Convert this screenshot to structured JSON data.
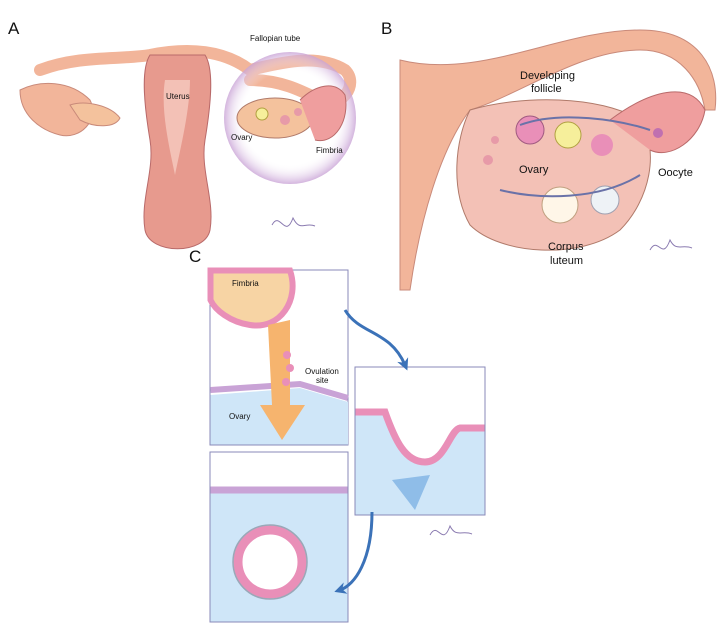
{
  "panels": {
    "a": {
      "letter": "A",
      "labels": {
        "fallopian_tube": "Fallopian tube",
        "uterus": "Uterus",
        "ovary": "Ovary",
        "fimbria": "Fimbria"
      },
      "signature": "T Phelps"
    },
    "b": {
      "letter": "B",
      "labels": {
        "developing_follicle_1": "Developing",
        "developing_follicle_2": "follicle",
        "ovary": "Ovary",
        "oocyte": "Oocyte",
        "corpus_luteum_1": "Corpus",
        "corpus_luteum_2": "luteum"
      },
      "signature": "T Phelps"
    },
    "c": {
      "letter": "C",
      "labels": {
        "fimbria": "Fimbria",
        "ovulation_site_1": "Ovulation",
        "ovulation_site_2": "site",
        "ovary": "Ovary"
      },
      "signature": "T Phelps"
    }
  },
  "colors": {
    "tissue": "#f2b59a",
    "uterus": "#e79a8e",
    "ovary_fluid": "#cfe6f8",
    "cell": "#e98fb8",
    "arrow": "#3b72b8",
    "orange_arrow": "#f6b46e",
    "halo": "#c9a3d6"
  }
}
